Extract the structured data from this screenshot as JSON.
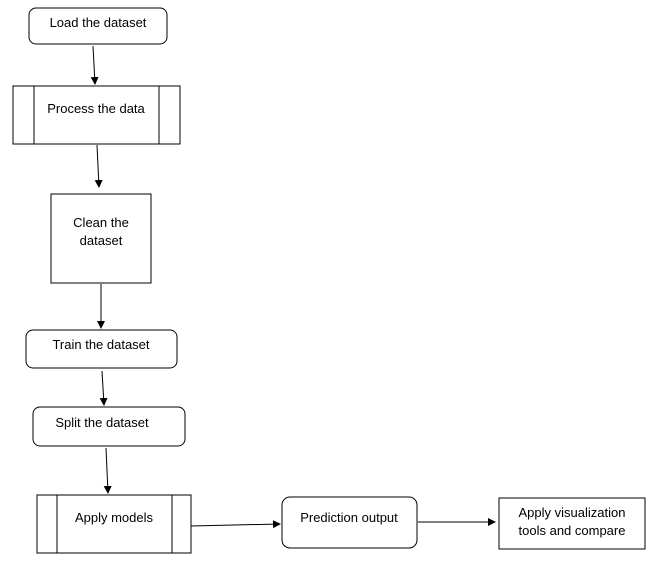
{
  "nodes": {
    "load": {
      "label": "Load the dataset"
    },
    "process": {
      "label": "Process the data"
    },
    "clean": {
      "label_line1": "Clean the",
      "label_line2": "dataset"
    },
    "train": {
      "label": "Train the dataset"
    },
    "split": {
      "label": "Split the dataset"
    },
    "apply_models": {
      "label": "Apply models"
    },
    "prediction": {
      "label": "Prediction output"
    },
    "visualize": {
      "label_line1": "Apply visualization",
      "label_line2": "tools and compare"
    }
  },
  "colors": {
    "stroke": "#000000",
    "fill": "#ffffff",
    "text": "#000000"
  }
}
